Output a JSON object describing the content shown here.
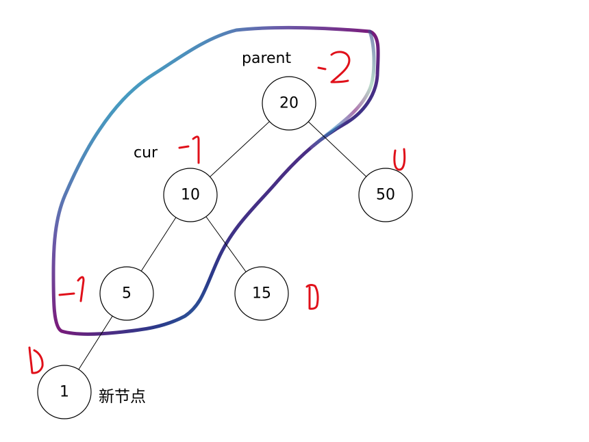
{
  "diagram": {
    "nodes": [
      {
        "id": "n20",
        "label": "20"
      },
      {
        "id": "n10",
        "label": "10"
      },
      {
        "id": "n50",
        "label": "50"
      },
      {
        "id": "n5",
        "label": "5"
      },
      {
        "id": "n15",
        "label": "15"
      },
      {
        "id": "n1",
        "label": "1"
      }
    ],
    "edges": [
      {
        "from": "n20",
        "to": "n10"
      },
      {
        "from": "n20",
        "to": "n50"
      },
      {
        "from": "n10",
        "to": "n5"
      },
      {
        "from": "n10",
        "to": "n15"
      },
      {
        "from": "n5",
        "to": "n1"
      }
    ],
    "labels": {
      "parent": "parent",
      "cur": "cur",
      "new_node": "新节点"
    },
    "balance_factors": {
      "n20": "-2",
      "n10": "-1",
      "n50": "0",
      "n5": "-1",
      "n15": "0",
      "n1": "0"
    },
    "colors": {
      "ink": "#e0101a",
      "lasso": [
        "#2d8fc0",
        "#3ab0c8",
        "#8fc8a8",
        "#6a5aa8",
        "#7a1a7a",
        "#2a3a8a"
      ]
    }
  }
}
